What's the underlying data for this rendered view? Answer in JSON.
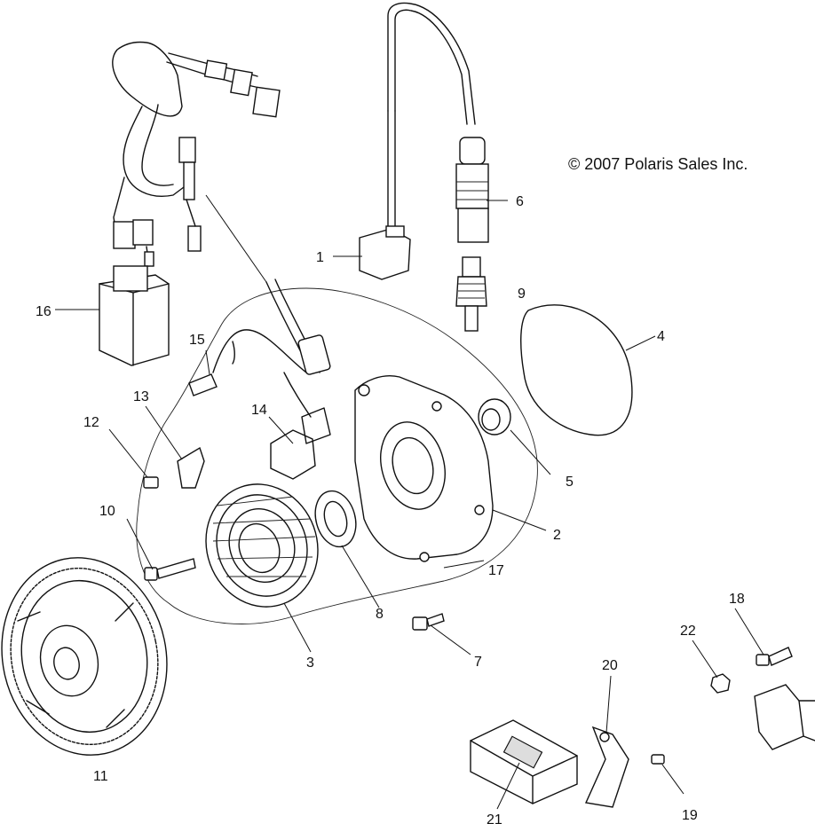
{
  "copyright": "© 2007 Polaris Sales Inc.",
  "labels": {
    "p1": "1",
    "p2": "2",
    "p3": "3",
    "p4": "4",
    "p5": "5",
    "p6": "6",
    "p7": "7",
    "p8": "8",
    "p9": "9",
    "p10": "10",
    "p11": "11",
    "p12": "12",
    "p13": "13",
    "p14": "14",
    "p15": "15",
    "p16": "16",
    "p17": "17",
    "p18": "18",
    "p19": "19",
    "p20": "20",
    "p21": "21",
    "p22": "22"
  }
}
